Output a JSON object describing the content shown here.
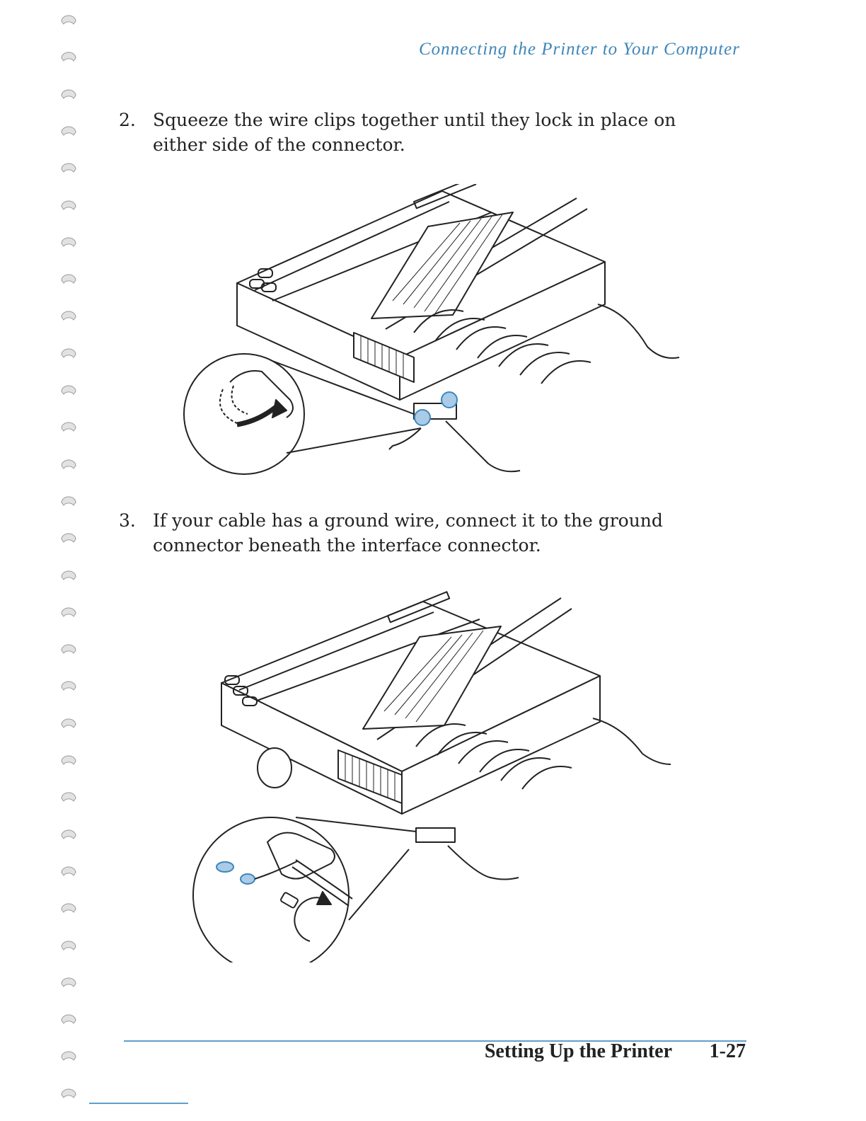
{
  "header": {
    "running_title": "Connecting the Printer to Your Computer"
  },
  "steps": [
    {
      "number": "2.",
      "text": "Squeeze the wire clips together until they lock in place on either side of the connector."
    },
    {
      "number": "3.",
      "text": "If your cable has a ground wire, connect it to the ground connector beneath the interface connector."
    }
  ],
  "footer": {
    "section_title": "Setting Up the Printer",
    "page_number": "1-27"
  },
  "colors": {
    "accent": "#3f86b8",
    "highlight": "#a9cbe8",
    "ink": "#222222"
  },
  "figures": [
    {
      "icon": "printer-wire-clip-illustration"
    },
    {
      "icon": "printer-ground-wire-illustration"
    }
  ]
}
